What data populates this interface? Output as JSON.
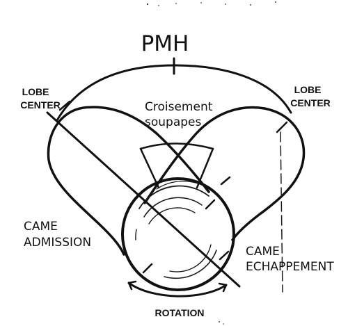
{
  "labels": {
    "pmh": "PMH",
    "lobe_center_left": [
      "LOBE",
      "CENTER"
    ],
    "lobe_center_right": [
      "LOBE",
      "CENTER"
    ],
    "overlap": [
      "Croisement",
      "soupapes"
    ],
    "intake_cam": [
      "CAME",
      "ADMISSION"
    ],
    "exhaust_cam": [
      "CAME",
      "ECHAPPEMENT"
    ],
    "rotation": "ROTATION"
  },
  "colors": {
    "ink": "#111111",
    "background": "#ffffff"
  }
}
